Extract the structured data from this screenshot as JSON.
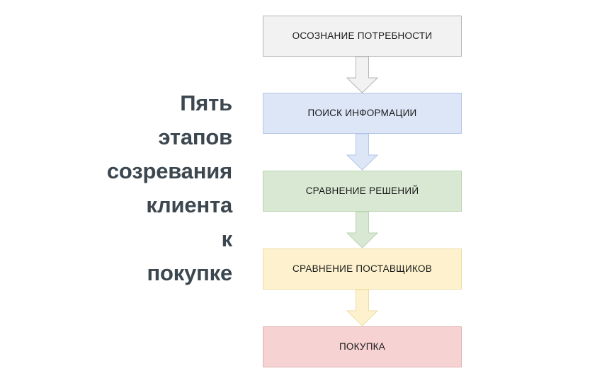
{
  "diagram": {
    "title_text": "Пять\nэтапов\nсозревания\nклиента\nк\nпокупке",
    "title_color": "#3c4750",
    "background_color": "#ffffff",
    "type": "vertical-flowchart",
    "steps": [
      {
        "index": 1,
        "label": "ОСОЗНАНИЕ ПОТРЕБНОСТИ",
        "fill": "#f2f2f2",
        "border": "#b5b5b5",
        "text_color": "#1a1a1a"
      },
      {
        "index": 2,
        "label": "ПОИСК ИНФОРМАЦИИ",
        "fill": "#dce6f7",
        "border": "#b3c6e8",
        "text_color": "#1a1a1a"
      },
      {
        "index": 3,
        "label": "СРАВНЕНИЕ РЕШЕНИЙ",
        "fill": "#d8e8d3",
        "border": "#b9d4b2",
        "text_color": "#1a1a1a"
      },
      {
        "index": 4,
        "label": "СРАВНЕНИЕ ПОСТАВЩИКОВ",
        "fill": "#fdf2cd",
        "border": "#ecdda4",
        "text_color": "#1a1a1a"
      },
      {
        "index": 5,
        "label": "ПОКУПКА",
        "fill": "#f6d2d2",
        "border": "#e3b3b3",
        "text_color": "#1a1a1a"
      }
    ],
    "connectors": [
      {
        "from": 1,
        "to": 2,
        "fill": "#f2f2f2",
        "border": "#b5b5b5"
      },
      {
        "from": 2,
        "to": 3,
        "fill": "#dce6f7",
        "border": "#b3c6e8"
      },
      {
        "from": 3,
        "to": 4,
        "fill": "#d8e8d3",
        "border": "#b9d4b2"
      },
      {
        "from": 4,
        "to": 5,
        "fill": "#fdf2cd",
        "border": "#ecdda4"
      }
    ]
  }
}
